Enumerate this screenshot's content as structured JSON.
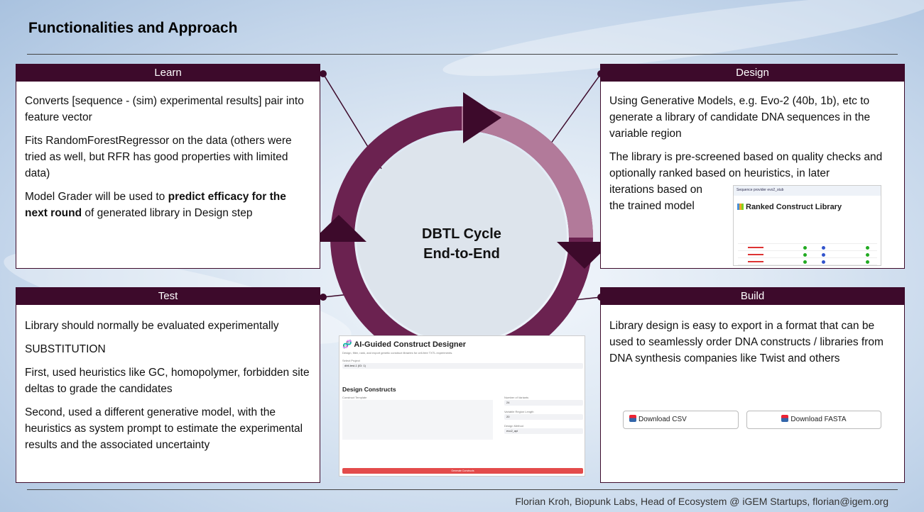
{
  "slide": {
    "title": "Functionalities and Approach",
    "footer": "Florian Kroh, Biopunk Labs, Head of Ecosystem @ iGEM Startups, florian@igem.org",
    "center_label_line1": "DBTL Cycle",
    "center_label_line2": "End-to-End"
  },
  "panels": {
    "learn": {
      "heading": "Learn",
      "p1": "Converts [sequence - (sim) experimental results] pair into feature vector",
      "p2": "Fits RandomForestRegressor on the data (others were tried as well, but RFR has good properties with limited data)",
      "p3_pre": "Model Grader will be used to ",
      "p3_bold": "predict efficacy for the next round",
      "p3_post": " of generated library in Design step"
    },
    "design": {
      "heading": "Design",
      "p1": "Using Generative Models, e.g. Evo-2 (40b, 1b), etc to generate a library of candidate DNA sequences in the variable region",
      "p2a": "The library is pre-screened based on quality checks and optionally ranked based on heuristics, in later",
      "p2b": "iterations based on",
      "p2c": "the trained model"
    },
    "test": {
      "heading": "Test",
      "p1": "Library should normally be evaluated experimentally",
      "p2": "SUBSTITUTION",
      "p3": "First, used heuristics like GC, homopolymer, forbidden site deltas to grade the candidates",
      "p4": "Second, used a different generative model, with the heuristics as system prompt to estimate the experimental results and the associated uncertainty"
    },
    "build": {
      "heading": "Build",
      "p1": "Library design is easy to export in a format that can be used to seamlessly order DNA constructs / libraries from DNA synthesis companies like Twist and others"
    }
  },
  "ranked_library": {
    "provider": "Sequence provider  evo2_stub",
    "title": "Ranked Construct Library"
  },
  "construct_designer": {
    "title": "AI-Guided Construct Designer",
    "subtitle": "Design, filter, rank, and export genetic construct libraries for cell-free TXTL experiments.",
    "select_project_label": "Select Project",
    "select_project_value": "dbtl-test-1 (ID: 1)",
    "section_title": "Design Constructs",
    "template_label": "Construct Template",
    "num_label": "Number of Variants",
    "num_value": "24",
    "region_label": "Variable Region Length",
    "region_value": "20",
    "method_label": "Design Method",
    "method_value": "evo2_api",
    "generate_label": "Generate Constructs"
  },
  "build_buttons": {
    "csv": "Download CSV",
    "fasta": "Download FASTA"
  },
  "colors": {
    "panel_header": "#3d0a2b",
    "cycle_dark": "#6b2250",
    "cycle_light": "#b27a9a"
  }
}
